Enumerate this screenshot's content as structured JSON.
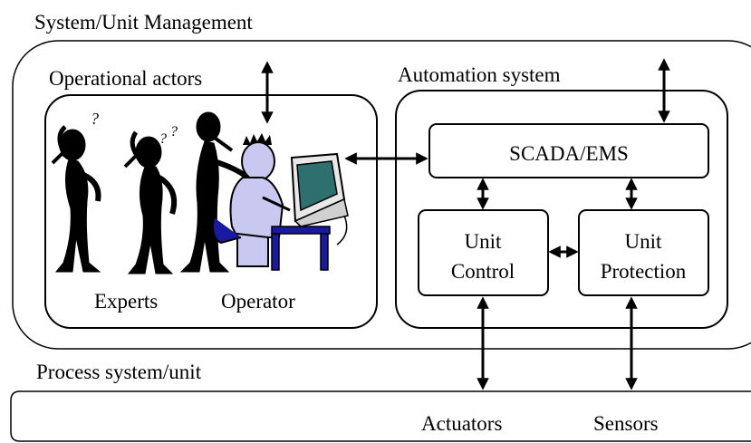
{
  "management_label": "System/Unit Management",
  "operational_actors_label": "Operational actors",
  "automation_label": "Automation system",
  "scada_label": "SCADA/EMS",
  "unit_control": [
    "Unit",
    "Control"
  ],
  "unit_protection": [
    "Unit",
    "Protection"
  ],
  "experts_label": "Experts",
  "operator_label": "Operator",
  "process_label": "Process system/unit",
  "actuators_label": "Actuators",
  "sensors_label": "Sensors",
  "figure_glyphs": [
    "?",
    "?",
    "?"
  ],
  "colors": {
    "stroke": "#000000",
    "operator_skin": "#c8c8f0",
    "monitor_screen": "#2e6f6f",
    "desk": "#1a1aa0"
  }
}
